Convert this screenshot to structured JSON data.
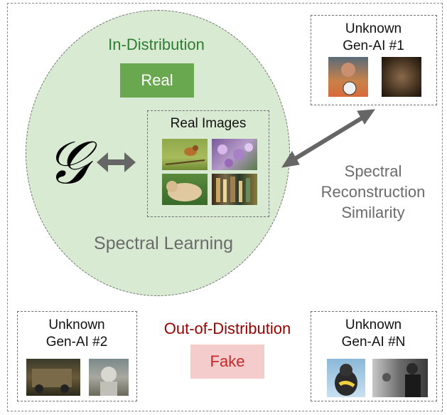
{
  "in_distribution": {
    "title": "In-Distribution",
    "real_label": "Real",
    "generator_symbol": "𝒢",
    "real_images_label": "Real Images",
    "footer": "Spectral Learning"
  },
  "similarity_label": {
    "line1": "Spectral",
    "line2": "Reconstruction",
    "line3": "Similarity"
  },
  "unknown_generators": [
    {
      "line1": "Unknown",
      "line2": "Gen-AI #1"
    },
    {
      "line1": "Unknown",
      "line2": "Gen-AI #2"
    },
    {
      "line1": "Unknown",
      "line2": "Gen-AI #N"
    }
  ],
  "out_of_distribution": {
    "title": "Out-of-Distribution",
    "fake_label": "Fake"
  },
  "colors": {
    "in_distribution_fill": "#d9ead3",
    "real_box": "#6aa84f",
    "fake_box": "#f4cccc",
    "ood_text": "#990000",
    "arrow": "#666666"
  }
}
